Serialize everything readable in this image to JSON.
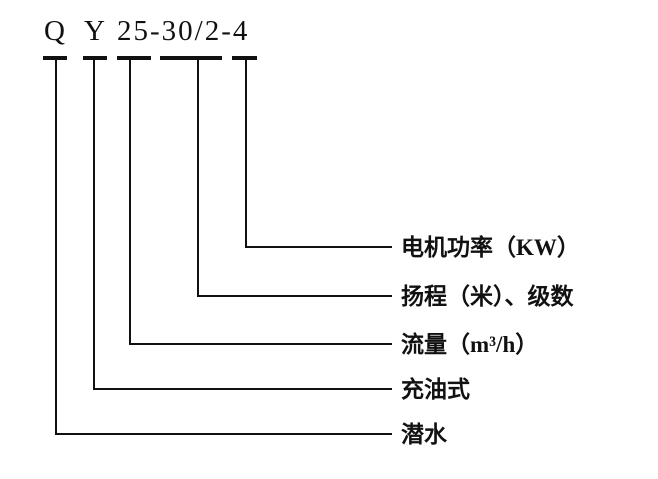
{
  "code": {
    "q": "Q",
    "y": "Y",
    "rest": "25-30/2-4"
  },
  "labels": {
    "motor_power": "电机功率（KW）",
    "head_stages": "扬程（米）、级数",
    "flow": "流量（m³/h）",
    "oil_filled": "充油式",
    "submersible": "潜水"
  }
}
